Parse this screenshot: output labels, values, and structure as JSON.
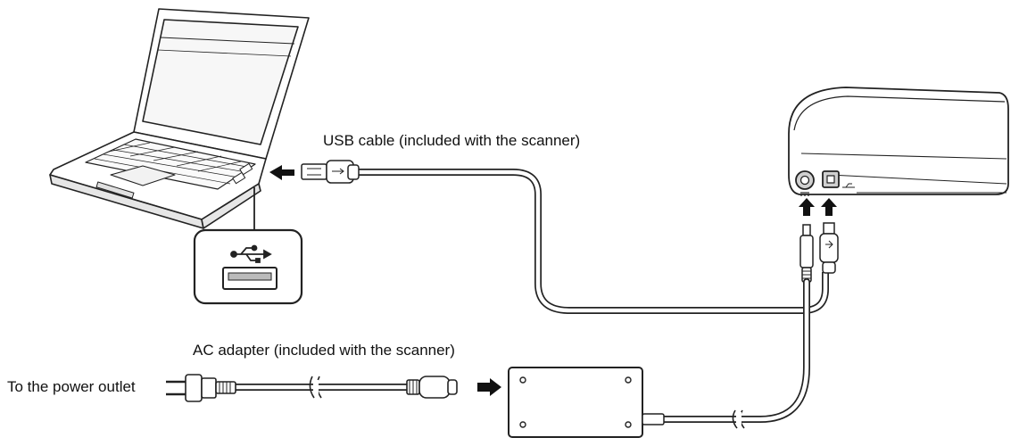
{
  "labels": {
    "usb_cable": "USB cable (included with the scanner)",
    "ac_adapter": "AC adapter (included with the scanner)",
    "power_outlet": "To the power outlet"
  },
  "icons": {
    "usb_port_symbol": "usb-icon",
    "dc_in_symbol": "dc-power-icon",
    "arrow": "arrow-icon"
  },
  "colors": {
    "line": "#222222",
    "fill": "#ffffff",
    "shade": "#d9d9d9",
    "arrow": "#111111"
  }
}
